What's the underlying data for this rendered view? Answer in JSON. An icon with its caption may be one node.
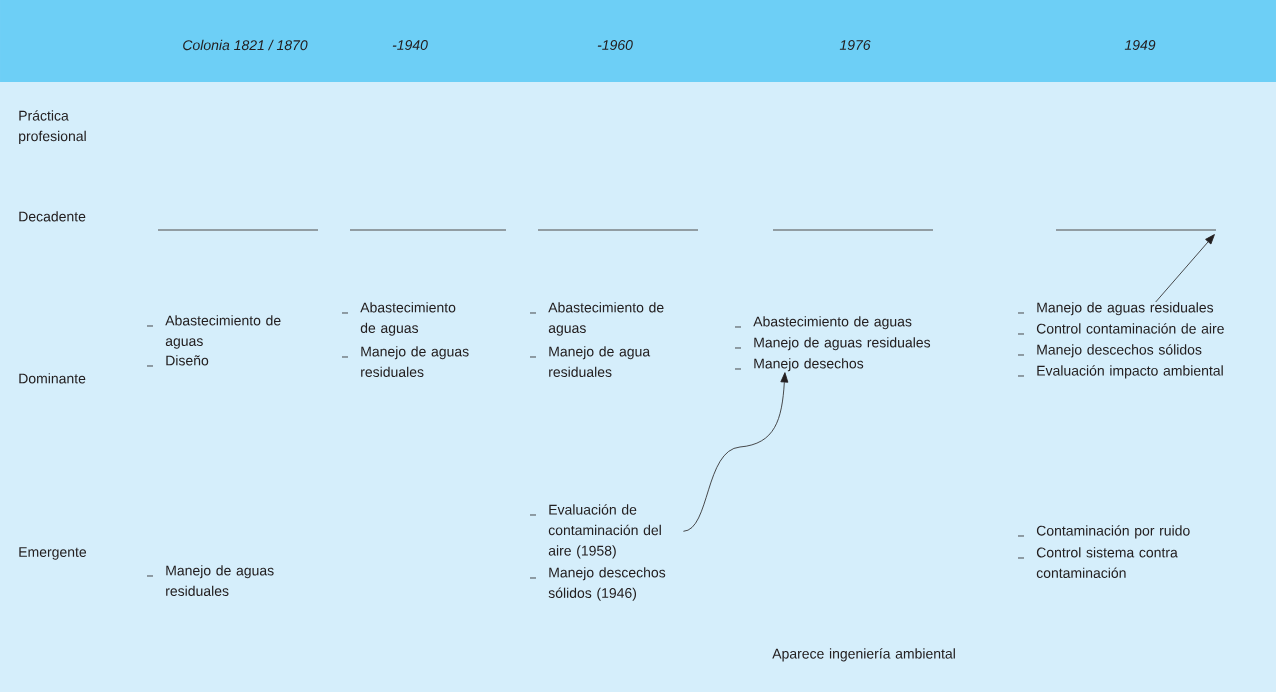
{
  "diagram": {
    "nodes": [
      {
        "text": [],
        "shape": "line"
      },
      {
        "text": [],
        "shape": "line"
      },
      {
        "text": [],
        "shape": "line"
      },
      {
        "text": [],
        "shape": "line"
      },
      {
        "text": [],
        "shape": "line"
      },
      {
        "text": [
          "Evaluación de contaminación del aire (1958)"
        ]
      },
      {
        "text": [
          "Manejo desechos"
        ]
      },
      {
        "text": [
          "Manejo de aguas residuales"
        ]
      }
    ],
    "edges": [
      {
        "from": 5,
        "to": 6,
        "arrow": "to"
      },
      {
        "from": 7,
        "to": 4,
        "arrow": "to"
      }
    ],
    "labels": [
      "Colonia 1821 / 1870",
      "-1940",
      "-1960",
      "1976",
      "1949",
      "Práctica profesional",
      "Decadente",
      "Dominante",
      "Abastecimiento de aguas",
      "Diseño",
      "Abastecimiento de aguas",
      "Manejo de aguas residuales",
      "Abastecimiento de aguas",
      "Manejo de agua residuales",
      "Abastecimiento de aguas",
      "Manejo de aguas residuales",
      "Control contaminación de aire",
      "Manejo descechos sólidos",
      "Evaluación impacto ambiental",
      "Emergente",
      "Manejo de aguas residuales",
      "Manejo descechos sólidos (1946)",
      "Contaminación por ruido",
      "Control sistema contra contaminación",
      "Aparece ingeniería ambiental"
    ]
  }
}
